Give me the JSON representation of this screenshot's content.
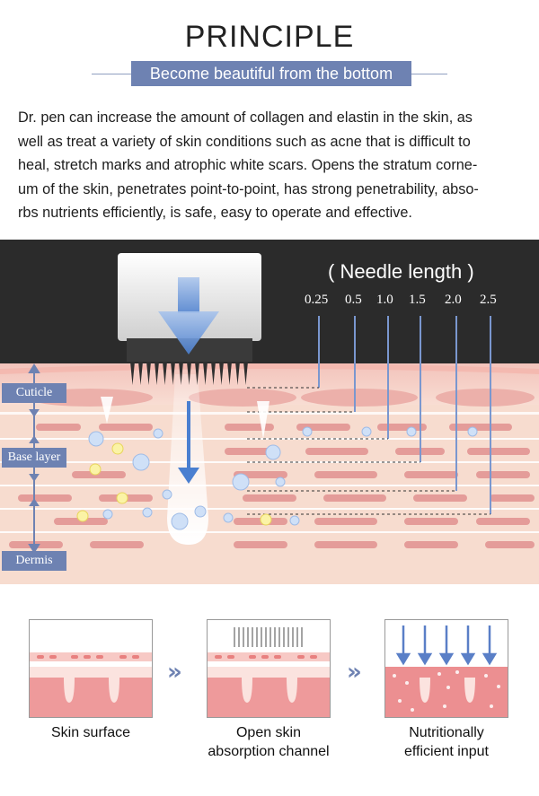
{
  "header": {
    "title": "PRINCIPLE",
    "subtitle": "Become beautiful from the bottom"
  },
  "description": {
    "lines": [
      "Dr. pen can increase the amount of collagen and elastin in the skin, as",
      "well as treat a variety of skin conditions such as acne that is difficult to",
      "heal, stretch marks and atrophic white scars. Opens the stratum corne-",
      "um of the skin, penetrates point-to-point, has strong penetrability, abso-",
      "rbs nutrients efficiently, is safe, easy to operate and effective."
    ]
  },
  "needle": {
    "title": "( Needle length )",
    "lengths": [
      "0.25",
      "0.5",
      "1.0",
      "1.5",
      "2.0",
      "2.5"
    ]
  },
  "layers": {
    "cuticle": "Cuticle",
    "base": "Base layer",
    "dermis": "Dermis"
  },
  "steps": [
    {
      "caption_line1": "Skin surface",
      "caption_line2": ""
    },
    {
      "caption_line1": "Open skin",
      "caption_line2": "absorption channel"
    },
    {
      "caption_line1": "Nutritionally",
      "caption_line2": "efficient input"
    }
  ],
  "colors": {
    "accent": "#6e82b2",
    "dark_band": "#2b2b2b",
    "skin": "#f6d9cc",
    "cell": "#e08e8e"
  }
}
